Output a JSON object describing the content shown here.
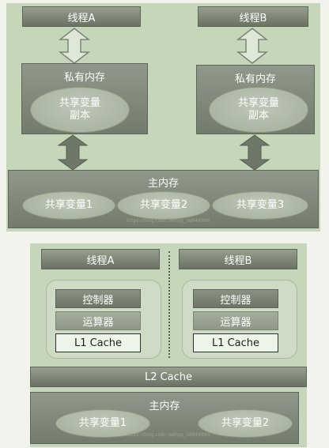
{
  "top_model": {
    "thread_a": "线程A",
    "thread_b": "线程B",
    "private_mem_a": "私有内存",
    "private_mem_b": "私有内存",
    "copy_a": [
      "共享变量",
      "副本"
    ],
    "copy_b": [
      "共享变量",
      "副本"
    ],
    "main_memory": "主内存",
    "shared_vars": [
      "共享变量1",
      "共享变量2",
      "共享变量3"
    ],
    "watermark": "https://blog.csdn.net/qq_38844896"
  },
  "bottom_model": {
    "thread_a": "线程A",
    "thread_b": "线程B",
    "core_a": [
      "控制器",
      "运算器",
      "L1 Cache"
    ],
    "core_b": [
      "控制器",
      "运算器",
      "L1 Cache"
    ],
    "l2_cache": "L2 Cache",
    "main_memory": "主内存",
    "shared_vars": [
      "共享变量1",
      "共享变量2"
    ],
    "watermark": "https://blog.csdn.net/qq_38844896"
  },
  "colors": {
    "panel_bg": "#c6d6bb",
    "bar_dark": "#6b7264",
    "ellipse": "#b4bea9",
    "l1_cache": "#eef4ea"
  }
}
